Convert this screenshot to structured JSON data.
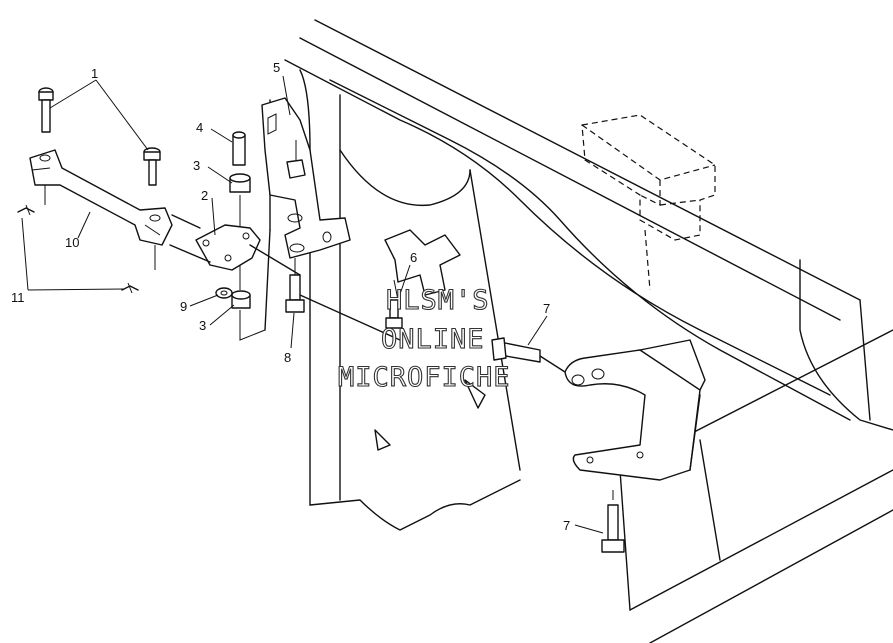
{
  "diagram": {
    "part_labels": [
      {
        "id": "p1",
        "text": "1"
      },
      {
        "id": "p2",
        "text": "2"
      },
      {
        "id": "p3a",
        "text": "3"
      },
      {
        "id": "p3b",
        "text": "3"
      },
      {
        "id": "p4",
        "text": "4"
      },
      {
        "id": "p5",
        "text": "5"
      },
      {
        "id": "p6",
        "text": "6"
      },
      {
        "id": "p7a",
        "text": "7"
      },
      {
        "id": "p7b",
        "text": "7"
      },
      {
        "id": "p8",
        "text": "8"
      },
      {
        "id": "p9",
        "text": "9"
      },
      {
        "id": "p10",
        "text": "10"
      },
      {
        "id": "p11",
        "text": "11"
      }
    ],
    "watermark": {
      "line1": "HLSM'S",
      "line2": "ONLINE",
      "line3": "MICROFICHE"
    }
  },
  "colors": {
    "line": "#111111",
    "background": "#ffffff"
  }
}
